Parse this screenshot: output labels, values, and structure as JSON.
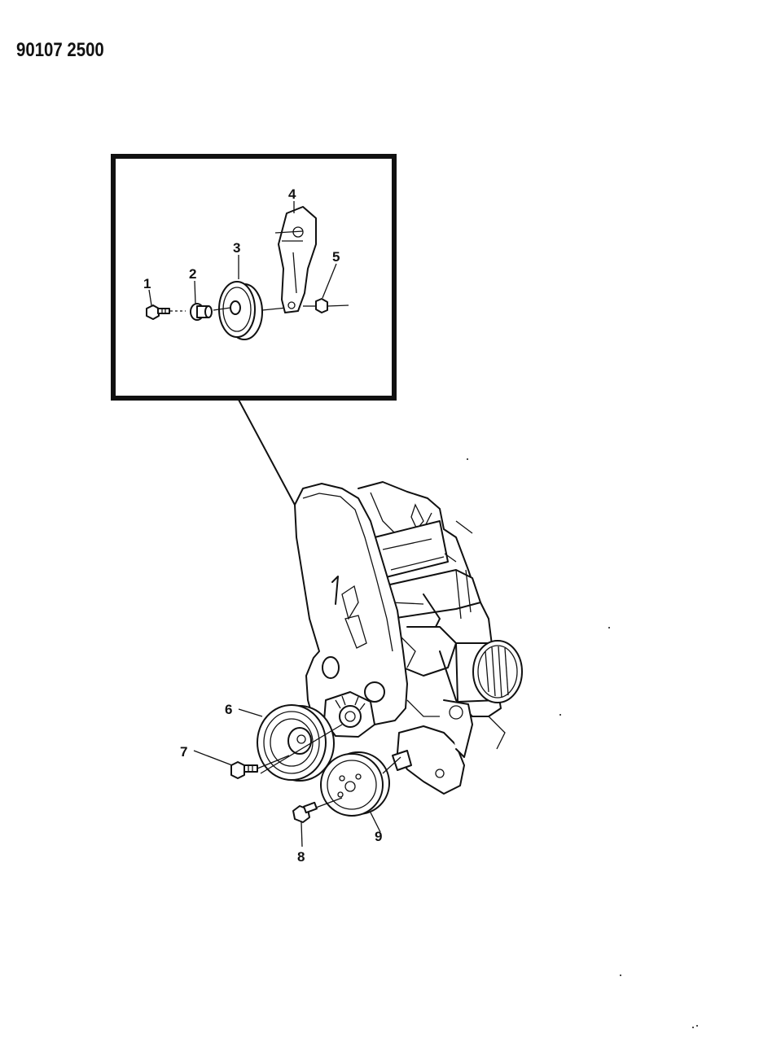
{
  "document": {
    "id": "90107 2500"
  },
  "callouts": [
    {
      "number": "1",
      "part": "bolt"
    },
    {
      "number": "2",
      "part": "spacer"
    },
    {
      "number": "3",
      "part": "idler-pulley"
    },
    {
      "number": "4",
      "part": "bracket"
    },
    {
      "number": "5",
      "part": "nut"
    },
    {
      "number": "6",
      "part": "crankshaft-pulley"
    },
    {
      "number": "7",
      "part": "bolt"
    },
    {
      "number": "8",
      "part": "bolt"
    },
    {
      "number": "9",
      "part": "water-pump-pulley"
    }
  ]
}
